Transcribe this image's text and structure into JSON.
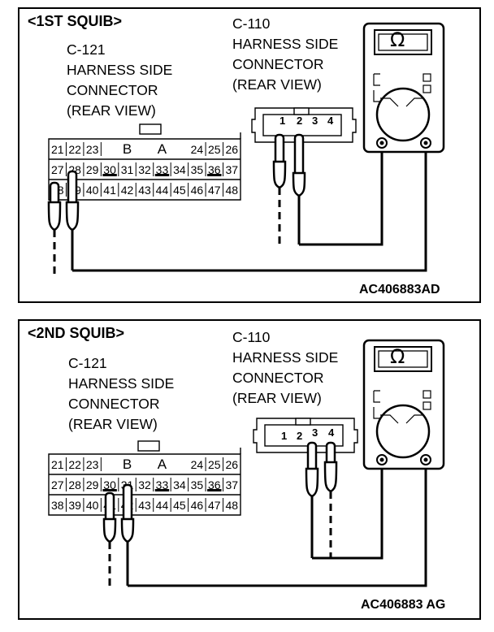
{
  "panels": [
    {
      "title": "<1ST SQUIB>",
      "connector_a": {
        "id": "C-121",
        "l1": "HARNESS SIDE",
        "l2": "CONNECTOR",
        "l3": "(REAR VIEW)"
      },
      "connector_b": {
        "id": "C-110",
        "l1": "HARNESS SIDE",
        "l2": "CONNECTOR",
        "l3": "(REAR VIEW)"
      },
      "meter_symbol": "Ω",
      "code": "AC406883AD",
      "grid": [
        [
          "21",
          "22",
          "23",
          "",
          "B",
          "",
          "A",
          "",
          "24",
          "25",
          "26"
        ],
        [
          "27",
          "28",
          "29",
          "30",
          "31",
          "32",
          "33",
          "34",
          "35",
          "36",
          "37"
        ],
        [
          "38",
          "39",
          "40",
          "41",
          "42",
          "43",
          "44",
          "45",
          "46",
          "47",
          "48"
        ]
      ],
      "pins": [
        "1",
        "2",
        "3",
        "4"
      ]
    },
    {
      "title": "<2ND SQUIB>",
      "connector_a": {
        "id": "C-121",
        "l1": "HARNESS SIDE",
        "l2": "CONNECTOR",
        "l3": "(REAR VIEW)"
      },
      "connector_b": {
        "id": "C-110",
        "l1": "HARNESS SIDE",
        "l2": "CONNECTOR",
        "l3": "(REAR VIEW)"
      },
      "meter_symbol": "Ω",
      "code": "AC406883 AG",
      "grid": [
        [
          "21",
          "22",
          "23",
          "",
          "B",
          "",
          "A",
          "",
          "24",
          "25",
          "26"
        ],
        [
          "27",
          "28",
          "29",
          "30",
          "31",
          "32",
          "33",
          "34",
          "35",
          "36",
          "37"
        ],
        [
          "38",
          "39",
          "40",
          "41",
          "42",
          "43",
          "44",
          "45",
          "46",
          "47",
          "48"
        ]
      ],
      "pins": [
        "1",
        "2",
        "3",
        "4"
      ]
    }
  ]
}
